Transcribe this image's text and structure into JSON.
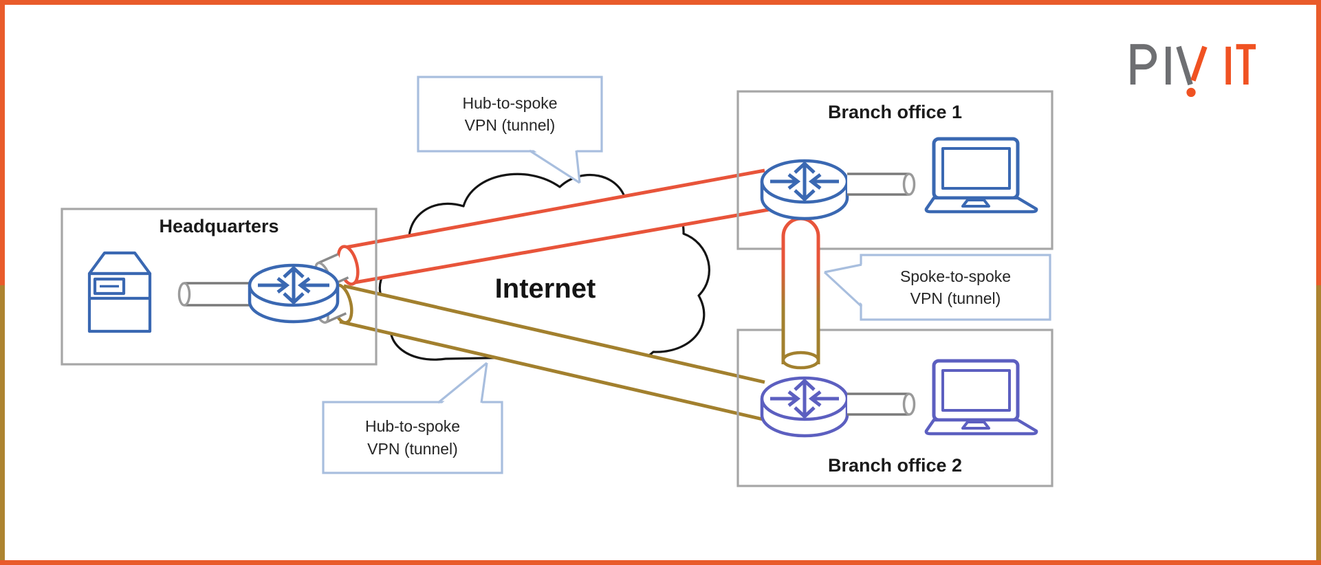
{
  "frame": {
    "orange": "#e95b2b",
    "olive": "#ad8430"
  },
  "logo": {
    "brand": "PivIT",
    "part_gray": "PIV",
    "part_orange": "IT",
    "color_gray": "#6e6f72",
    "color_orange": "#f05222"
  },
  "diagram": {
    "headquarters": {
      "title": "Headquarters",
      "devices": [
        "server",
        "router"
      ]
    },
    "branch_office_1": {
      "title": "Branch office 1",
      "devices": [
        "router",
        "laptop"
      ]
    },
    "branch_office_2": {
      "title": "Branch office 2",
      "devices": [
        "router",
        "laptop"
      ]
    },
    "internet_cloud": {
      "label": "Internet"
    },
    "tunnels": [
      {
        "name": "hub-to-spoke-tunnel-1",
        "from": "Headquarters",
        "to": "Branch office 1",
        "color": "#e8543a"
      },
      {
        "name": "hub-to-spoke-tunnel-2",
        "from": "Headquarters",
        "to": "Branch office 2",
        "color": "#a2802e"
      },
      {
        "name": "spoke-to-spoke-tunnel",
        "from": "Branch office 1",
        "to": "Branch office 2",
        "color_top": "#e8543a",
        "color_bottom": "#a2802e"
      }
    ],
    "callouts": {
      "hub_top": {
        "line1": "Hub-to-spoke",
        "line2": "VPN (tunnel)"
      },
      "hub_bottom": {
        "line1": "Hub-to-spoke",
        "line2": "VPN (tunnel)"
      },
      "spoke": {
        "line1": "Spoke-to-spoke",
        "line2": "VPN (tunnel)"
      }
    },
    "colors": {
      "device_blue": "#3a68b2",
      "device_purple": "#5c5fc0",
      "box_border_gray": "#a6a6a6",
      "callout_border": "#a8bede",
      "pipe_gray": "#7a7a7a",
      "cloud_outline": "#141414"
    }
  }
}
